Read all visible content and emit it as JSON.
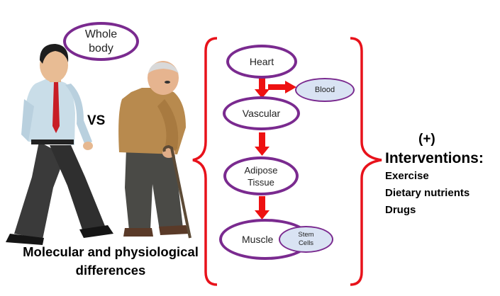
{
  "whole_body": {
    "line1": "Whole",
    "line2": "body"
  },
  "vs_label": "VS",
  "caption": {
    "line1": "Molecular and physiological",
    "line2": "differences"
  },
  "organs": {
    "heart": "Heart",
    "vascular": "Vascular",
    "adipose_line1": "Adipose",
    "adipose_line2": "Tissue",
    "muscle": "Muscle",
    "blood": "Blood",
    "stem_line1": "Stem",
    "stem_line2": "Cells"
  },
  "interventions": {
    "plus": "(+)",
    "title": "Interventions:",
    "items": [
      "Exercise",
      "Dietary nutrients",
      "Drugs"
    ]
  },
  "colors": {
    "bracket": "#e8121b",
    "arrow": "#ee1111",
    "oval_border": "#7a2a8f",
    "small_oval_fill": "#d9e3f3"
  }
}
